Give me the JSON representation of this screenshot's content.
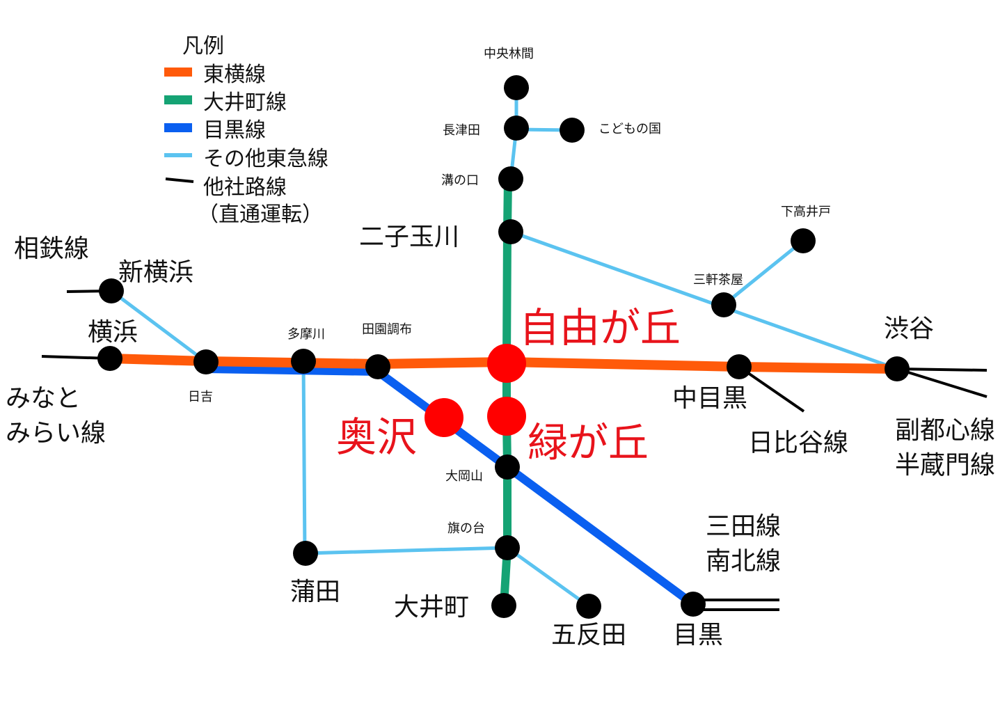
{
  "legend": {
    "title": "凡例",
    "items": [
      {
        "label": "東横線",
        "color": "#ff5a0a"
      },
      {
        "label": "大井町線",
        "color": "#15a374"
      },
      {
        "label": "目黒線",
        "color": "#0a5ff0"
      },
      {
        "label": "その他東急線",
        "color": "#5bc3f0"
      },
      {
        "label": "他社路線",
        "color": "#000000"
      }
    ],
    "note": "（直通運転）"
  },
  "stations": {
    "chuo_rinkan": "中央林間",
    "nagatsuta": "長津田",
    "kodomonokuni": "こどもの国",
    "mizonokuchi": "溝の口",
    "futako_tamagawa": "二子玉川",
    "shimotakaido": "下高井戸",
    "sangenjaya": "三軒茶屋",
    "shibuya": "渋谷",
    "shin_yokohama": "新横浜",
    "yokohama": "横浜",
    "hiyoshi": "日吉",
    "tamagawa": "多摩川",
    "denenchofu": "田園調布",
    "naka_meguro": "中目黒",
    "ookayama": "大岡山",
    "hatanodai": "旗の台",
    "kamata": "蒲田",
    "oimachi": "大井町",
    "gotanda": "五反田",
    "meguro": "目黒"
  },
  "highlights": {
    "jiyugaoka": "自由が丘",
    "okusawa": "奥沢",
    "midorigaoka": "緑が丘"
  },
  "other_lines": {
    "sotetsu": "相鉄線",
    "minatomirai_1": "みなと",
    "minatomirai_2": "みらい線",
    "hibiya": "日比谷線",
    "fukutoshin": "副都心線",
    "hanzomon": "半蔵門線",
    "mita": "三田線",
    "nanboku": "南北線"
  },
  "colors": {
    "toyoko": "#ff5a0a",
    "oimachi": "#15a374",
    "meguro": "#0a5ff0",
    "other_tokyu": "#5bc3f0",
    "other_company": "#000000",
    "station": "#000000",
    "highlight_station": "#ff0000",
    "highlight_text": "#e8131b"
  }
}
